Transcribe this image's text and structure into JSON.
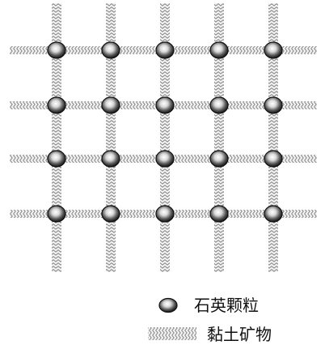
{
  "diagram": {
    "grid": {
      "rows": 4,
      "columns": 5
    },
    "colors": {
      "band_light": "#f2f2f2",
      "band_dark": "#7a7a7a",
      "particle_highlight": "#ffffff",
      "particle_mid": "#9a9a9a",
      "particle_dark": "#111111"
    }
  },
  "legend": {
    "items": [
      {
        "label": "石英颗粒",
        "icon": "quartz-particle-icon"
      },
      {
        "label": "黏土矿物",
        "icon": "clay-mineral-swatch-icon"
      }
    ]
  }
}
